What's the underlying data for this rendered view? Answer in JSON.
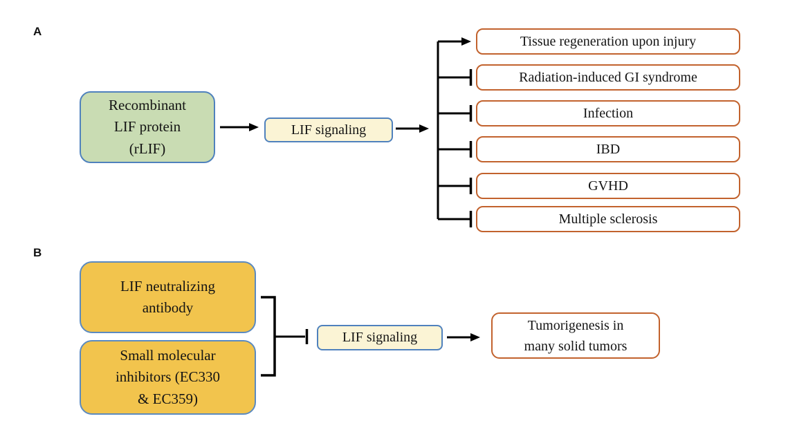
{
  "figure": {
    "panel_a": {
      "label": "A",
      "source_box": "Recombinant\nLIF protein\n(rLIF)",
      "hub_box": "LIF signaling",
      "outcomes": [
        {
          "text": "Tissue regeneration upon injury",
          "relation": "activation"
        },
        {
          "text": "Radiation-induced GI syndrome",
          "relation": "inhibition"
        },
        {
          "text": "Infection",
          "relation": "inhibition"
        },
        {
          "text": "IBD",
          "relation": "inhibition"
        },
        {
          "text": "GVHD",
          "relation": "inhibition"
        },
        {
          "text": "Multiple sclerosis",
          "relation": "inhibition"
        }
      ]
    },
    "panel_b": {
      "label": "B",
      "source_boxes": [
        {
          "text": "LIF neutralizing\nantibody"
        },
        {
          "text": "Small molecular\ninhibitors (EC330\n& EC359)"
        }
      ],
      "hub_box": "LIF signaling",
      "hub_relation": "inhibition",
      "outcome_box": "Tumorigenesis in\nmany solid tumors",
      "outcome_relation": "activation"
    },
    "colors": {
      "green_fill": "#c9dcb3",
      "cream_fill": "#fbf4d5",
      "gold_fill": "#f2c44d",
      "blue_border": "#4f81bd",
      "orange_border": "#c2622d",
      "connector": "#000000",
      "background": "#ffffff"
    }
  }
}
